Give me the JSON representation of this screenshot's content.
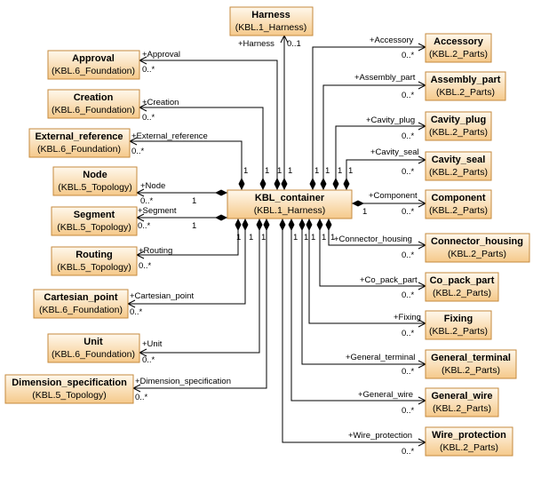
{
  "center": {
    "name": "KBL_container",
    "pkg": "(KBL.1_Harness)"
  },
  "classes": {
    "harness": {
      "name": "Harness",
      "pkg": "(KBL.1_Harness)"
    },
    "approval": {
      "name": "Approval",
      "pkg": "(KBL.6_Foundation)"
    },
    "creation": {
      "name": "Creation",
      "pkg": "(KBL.6_Foundation)"
    },
    "external_reference": {
      "name": "External_reference",
      "pkg": "(KBL.6_Foundation)"
    },
    "node": {
      "name": "Node",
      "pkg": "(KBL.5_Topology)"
    },
    "segment": {
      "name": "Segment",
      "pkg": "(KBL.5_Topology)"
    },
    "routing": {
      "name": "Routing",
      "pkg": "(KBL.5_Topology)"
    },
    "cartesian_point": {
      "name": "Cartesian_point",
      "pkg": "(KBL.6_Foundation)"
    },
    "unit": {
      "name": "Unit",
      "pkg": "(KBL.6_Foundation)"
    },
    "dimension_specification": {
      "name": "Dimension_specification",
      "pkg": "(KBL.5_Topology)"
    },
    "accessory": {
      "name": "Accessory",
      "pkg": "(KBL.2_Parts)"
    },
    "assembly_part": {
      "name": "Assembly_part",
      "pkg": "(KBL.2_Parts)"
    },
    "cavity_plug": {
      "name": "Cavity_plug",
      "pkg": "(KBL.2_Parts)"
    },
    "cavity_seal": {
      "name": "Cavity_seal",
      "pkg": "(KBL.2_Parts)"
    },
    "component": {
      "name": "Component",
      "pkg": "(KBL.2_Parts)"
    },
    "connector_housing": {
      "name": "Connector_housing",
      "pkg": "(KBL.2_Parts)"
    },
    "co_pack_part": {
      "name": "Co_pack_part",
      "pkg": "(KBL.2_Parts)"
    },
    "fixing": {
      "name": "Fixing",
      "pkg": "(KBL.2_Parts)"
    },
    "general_terminal": {
      "name": "General_terminal",
      "pkg": "(KBL.2_Parts)"
    },
    "general_wire": {
      "name": "General_wire",
      "pkg": "(KBL.2_Parts)"
    },
    "wire_protection": {
      "name": "Wire_protection",
      "pkg": "(KBL.2_Parts)"
    }
  },
  "roles": {
    "harness": "+Harness",
    "approval": "+Approval",
    "creation": "+Creation",
    "external_reference": "+External_reference",
    "node": "+Node",
    "segment": "+Segment",
    "routing": "+Routing",
    "cartesian_point": "+Cartesian_point",
    "unit": "+Unit",
    "dimension_specification": "+Dimension_specification",
    "accessory": "+Accessory",
    "assembly_part": "+Assembly_part",
    "cavity_plug": "+Cavity_plug",
    "cavity_seal": "+Cavity_seal",
    "component": "+Component",
    "connector_housing": "+Connector_housing",
    "co_pack_part": "+Co_pack_part",
    "fixing": "+Fixing",
    "general_terminal": "+General_terminal",
    "general_wire": "+General_wire",
    "wire_protection": "+Wire_protection"
  },
  "multiplicity": {
    "many": "0..*",
    "one": "1",
    "optional": "0..1"
  },
  "colors": {
    "box_top": "#fff8ec",
    "box_bottom": "#f5c98a",
    "box_border": "#c58a3d",
    "line": "#000000"
  }
}
